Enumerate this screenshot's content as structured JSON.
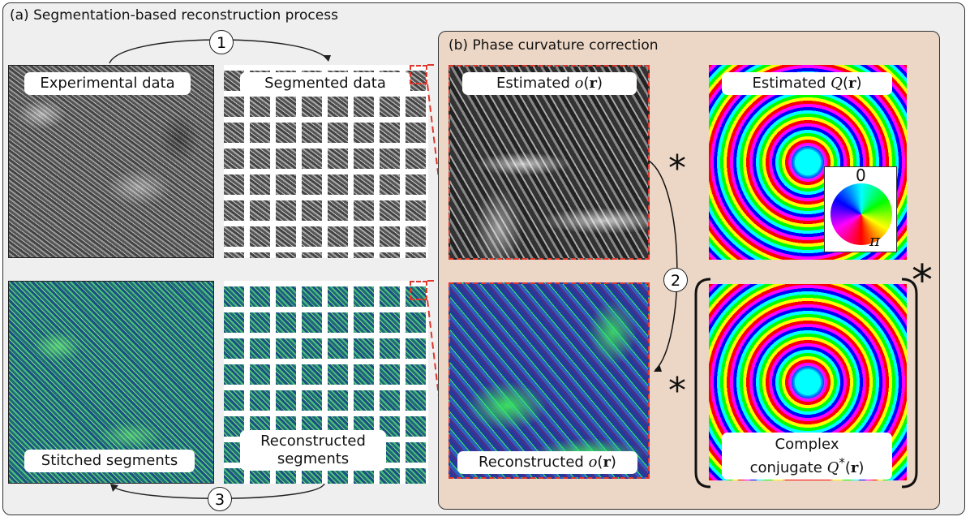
{
  "panel_a": {
    "title": "(a) Segmentation-based reconstruction process",
    "experimental_label": "Experimental data",
    "segmented_label": "Segmented data",
    "stitched_label": "Stitched segments",
    "reconstructed_label": "Reconstructed segments",
    "step1": "1",
    "step3": "3"
  },
  "panel_b": {
    "title": "(b) Phase curvature correction",
    "estimated_o_label": "Estimated",
    "estimated_q_label": "Estimated",
    "reconstructed_o_label": "Reconstructed",
    "conjugate_label_line1": "Complex",
    "conjugate_label_line2": "conjugate",
    "step2": "2",
    "colorwheel_top": "0",
    "colorwheel_bottom": "π",
    "operator": "*"
  },
  "colors": {
    "outer_bg": "#efefef",
    "panel_b_bg": "#ecd6c5",
    "dash_red": "#e0362b",
    "stitched_green": "#2a9a6e",
    "recon_blue": "#2f4da8",
    "recon_green": "#3cf05a"
  }
}
